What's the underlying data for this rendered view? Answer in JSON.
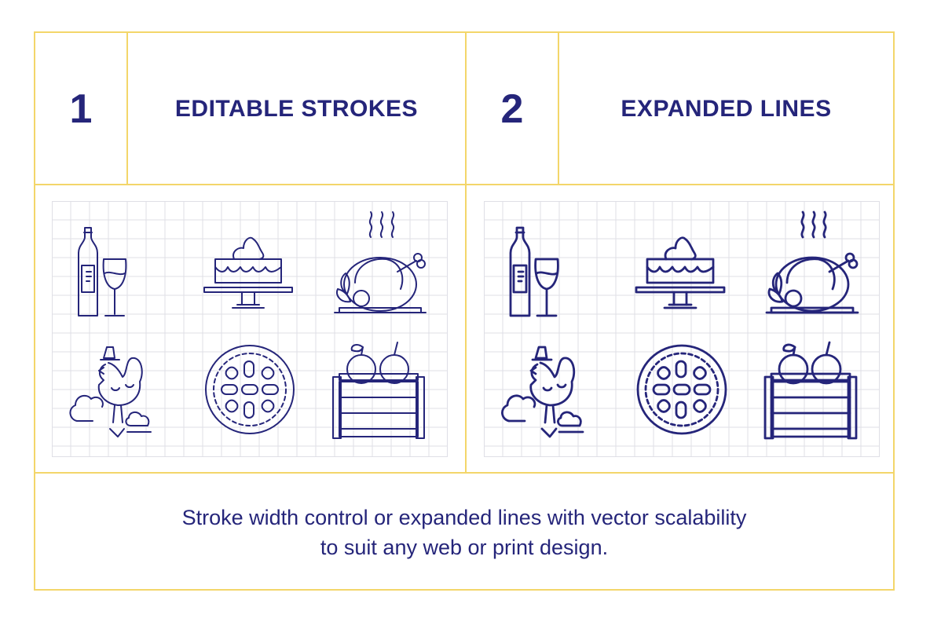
{
  "colors": {
    "border": "#f3d66a",
    "ink": "#25257a",
    "grid": "#dfdfe6"
  },
  "sections": [
    {
      "number": "1",
      "title": "EDITABLE STROKES",
      "variant": "stroke"
    },
    {
      "number": "2",
      "title": "EXPANDED LINES",
      "variant": "expanded"
    }
  ],
  "icons": [
    "wine-icon",
    "cake-icon",
    "turkey-icon",
    "rooster-icon",
    "pie-icon",
    "apple-crate-icon"
  ],
  "caption": {
    "line1": "Stroke width control or expanded lines with vector scalability",
    "line2": "to suit any web or print design."
  }
}
